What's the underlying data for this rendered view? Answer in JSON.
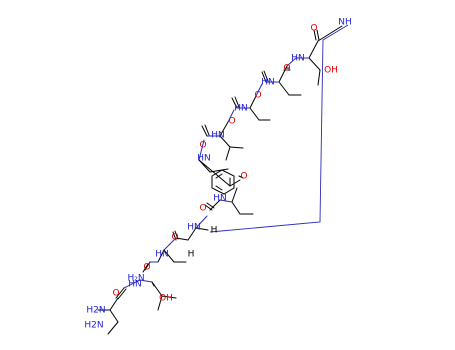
{
  "figure": {
    "kind": "chemical structure (cyclic peptide skeletal formula)",
    "colors": {
      "nitrogen": "#1f1fd6",
      "oxygen": "#e00000",
      "carbon_bond": "#000000",
      "amide_bond": "#2b2bbb"
    },
    "labels": {
      "nh_top": "NH",
      "hn": "HN",
      "h2n": "H2N",
      "nh2": "NH2",
      "oh": "OH",
      "o": "O",
      "h": "H",
      "h2_fragment": "H₂N"
    }
  }
}
